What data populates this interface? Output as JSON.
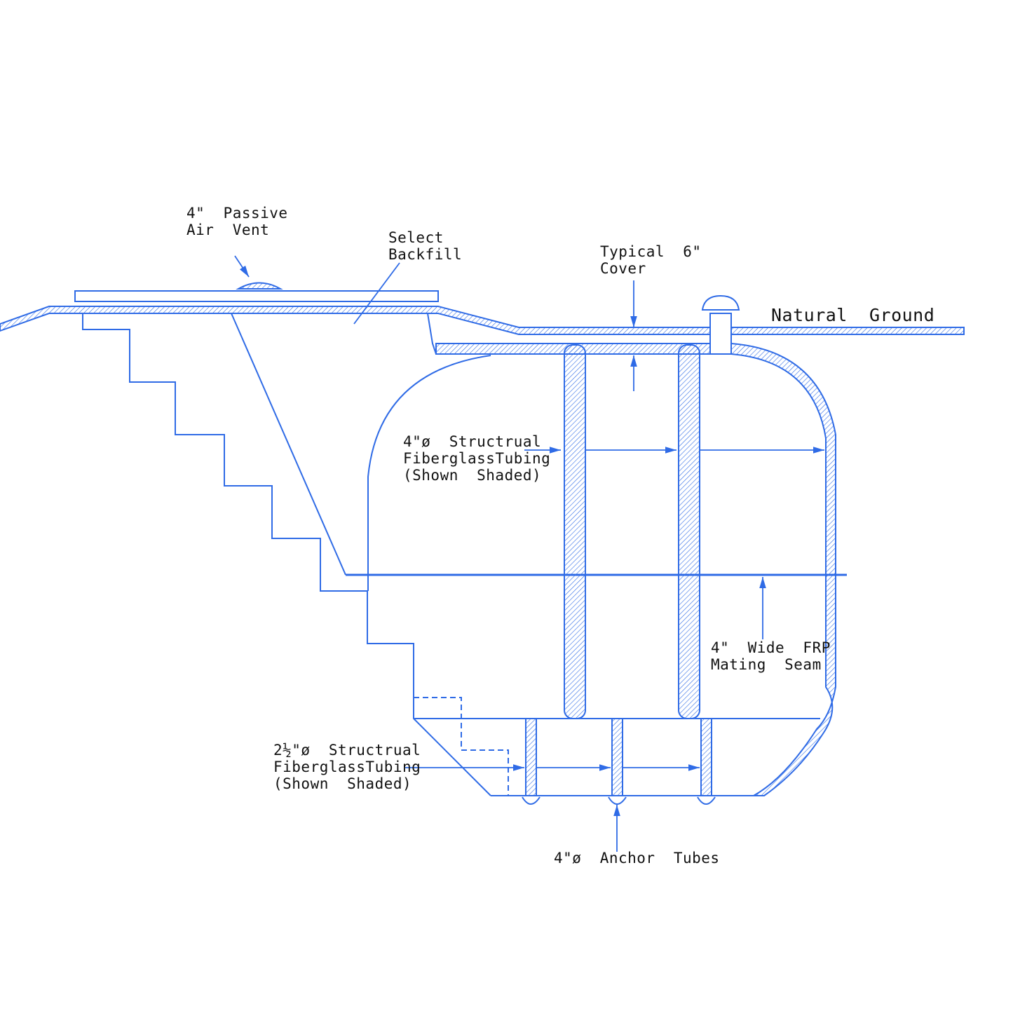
{
  "colors": {
    "line": "#2f6be6",
    "text": "#111111"
  },
  "labels": {
    "air_vent": [
      "4\"  Passive",
      "Air  Vent"
    ],
    "backfill": [
      "Select",
      "Backfill"
    ],
    "cover": [
      "Typical  6\"",
      "Cover"
    ],
    "ground": "Natural  Ground",
    "tubing_4in": [
      "4\"ø  Structrual",
      "FiberglassTubing",
      "(Shown  Shaded)"
    ],
    "seam": [
      "4\"  Wide  FRP",
      "Mating  Seam"
    ],
    "tubing_2half": [
      "2½\"ø  Structrual",
      "FiberglassTubing",
      "(Shown  Shaded)"
    ],
    "anchor": "4\"ø  Anchor  Tubes"
  }
}
